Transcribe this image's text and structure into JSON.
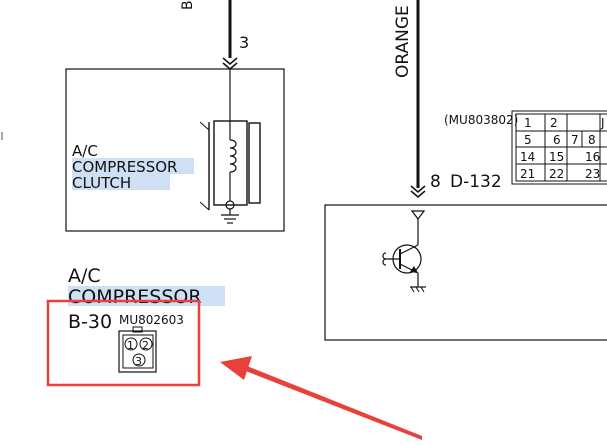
{
  "wire_top_left_label": "B W",
  "wire_top_left_pin": "3",
  "wire_right_color": "ORANGE",
  "clutch_label": [
    "A/C",
    "COMPRESSOR",
    "CLUTCH"
  ],
  "compressor_label": [
    "A/C",
    "COMPRESSOR"
  ],
  "connector_b30": {
    "id": "B-30",
    "part": "MU802603",
    "pins": [
      "1",
      "2",
      "3"
    ]
  },
  "connector_d132": {
    "id": "D-132",
    "pin": "8",
    "part": "(MU803802)",
    "table_rows": [
      [
        "1",
        "2",
        "",
        "J"
      ],
      [
        "5",
        "6",
        "7",
        "8"
      ],
      [
        "14",
        "15",
        "",
        "16"
      ],
      [
        "21",
        "22",
        "",
        "23"
      ]
    ]
  },
  "colors": {
    "annotation": "#e8403a",
    "highlight": "#cfe0f5",
    "line": "#111111"
  }
}
